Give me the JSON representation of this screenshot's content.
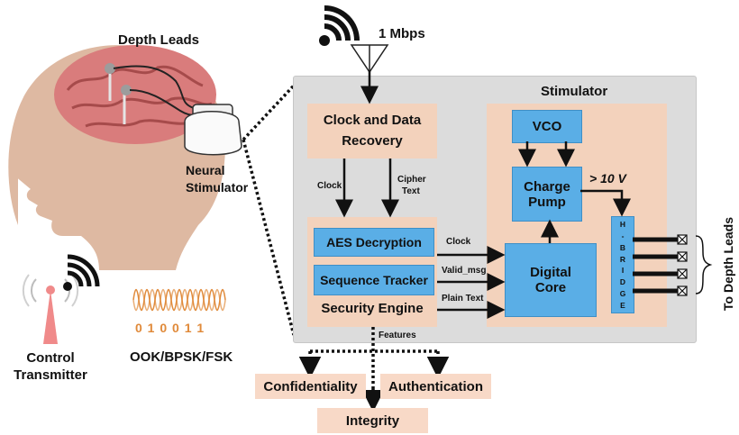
{
  "labels": {
    "depth_leads": "Depth Leads",
    "neural_stimulator_line1": "Neural",
    "neural_stimulator_line2": "Stimulator",
    "rate": "1 Mbps",
    "control_tx_line1": "Control",
    "control_tx_line2": "Transmitter",
    "bits": "0 1 0 0 1 1",
    "modulation": "OOK/BPSK/FSK"
  },
  "stimulator": {
    "title": "Stimulator",
    "cdr_line1": "Clock and Data",
    "cdr_line2": "Recovery",
    "clock_sig": "Clock",
    "cipher_line1": "Cipher",
    "cipher_line2": "Text",
    "aes": "AES Decryption",
    "seq": "Sequence Tracker",
    "security_engine": "Security Engine",
    "sig_clock": "Clock",
    "sig_valid": "Valid_msg",
    "sig_plain": "Plain Text",
    "vco": "VCO",
    "charge_line1": "Charge",
    "charge_line2": "Pump",
    "voltage": "> 10 V",
    "digital_line1": "Digital",
    "digital_line2": "Core",
    "hbridge_letters": [
      "H",
      "-",
      "B",
      "R",
      "I",
      "D",
      "G",
      "E"
    ],
    "to_depth_leads": "To Depth Leads"
  },
  "features": {
    "heading": "Features",
    "items": [
      "Confidentiality",
      "Authentication",
      "Integrity"
    ]
  },
  "colors": {
    "panel": "#dcdcdc",
    "peach": "#f3d2bc",
    "blue": "#5aaee6",
    "antenna_pink": "#f08a8a",
    "wave_orange": "#e08a3a"
  }
}
